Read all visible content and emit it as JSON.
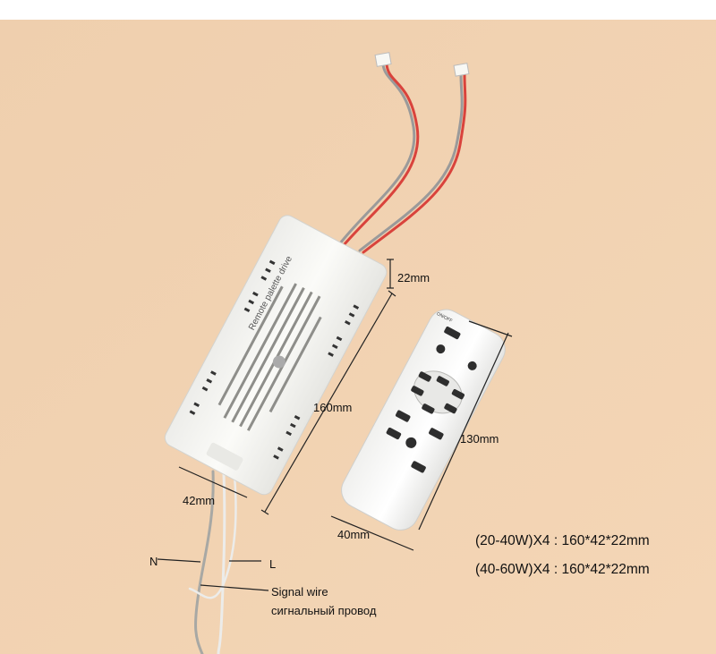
{
  "dimensions": {
    "height": "22mm",
    "length": "160mm",
    "width": "42mm",
    "remote_length": "130mm",
    "remote_width": "40mm"
  },
  "specs": [
    "(20-40W)X4 : 160*42*22mm",
    "(40-60W)X4 : 160*42*22mm"
  ],
  "wires": {
    "neutral": "N",
    "live": "L",
    "signal_en": "Signal wire",
    "signal_ru": "сигнальный провод"
  },
  "product_text": {
    "driver_title": "Remote palette drive",
    "remote_on_off": "ON/OFF"
  },
  "colors": {
    "background": "#f2d0b0",
    "driver": "#f7f7f3",
    "wire_red": "#d9433c",
    "wire_grey": "#9a9a9a"
  }
}
